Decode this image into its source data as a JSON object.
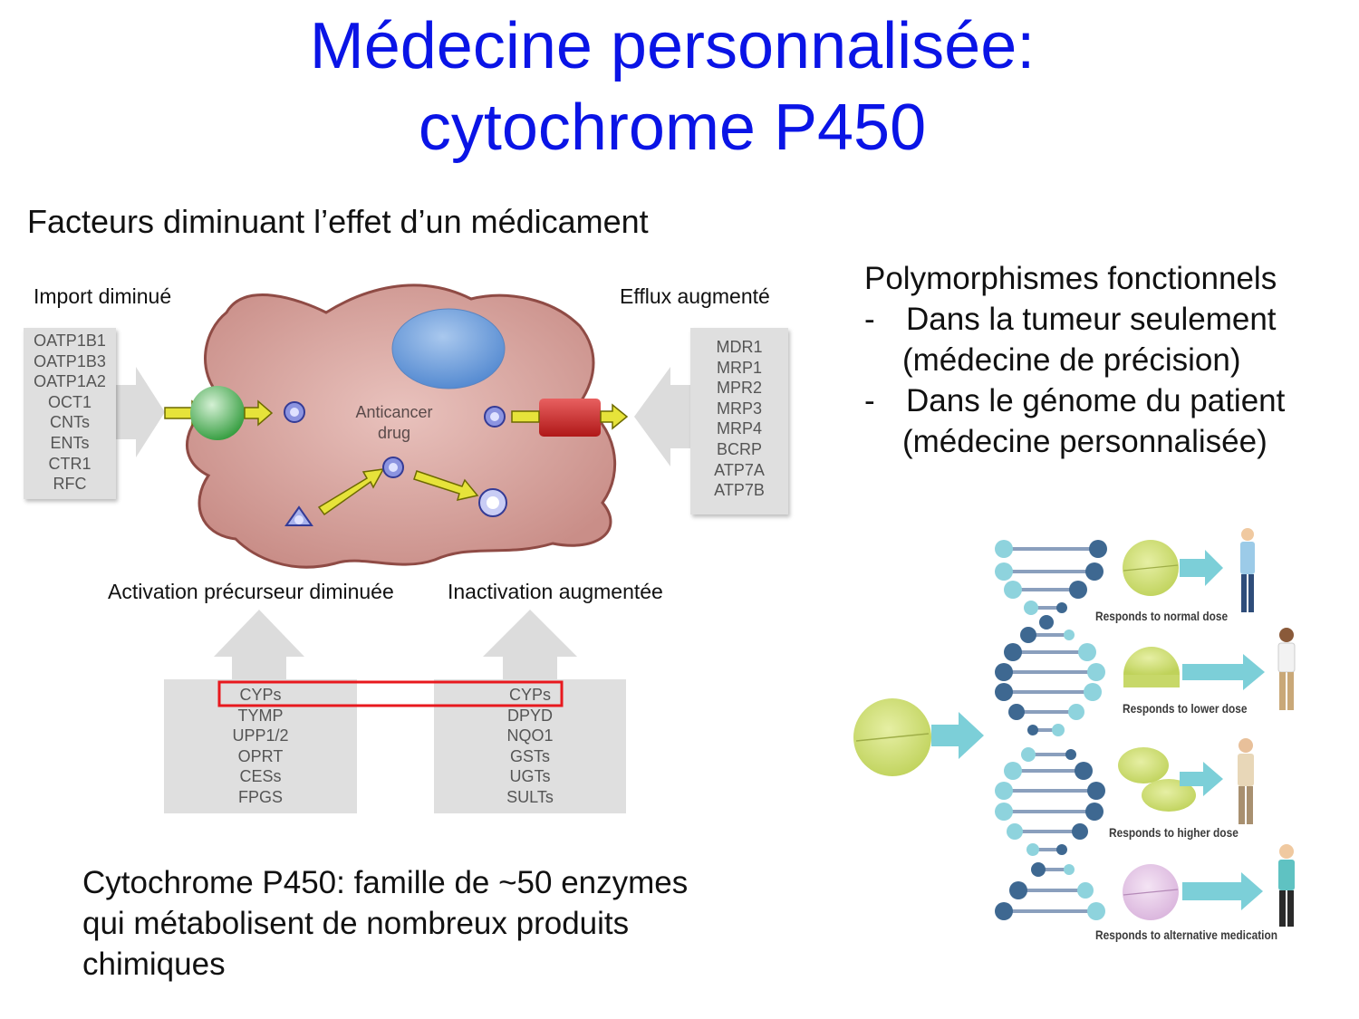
{
  "title": {
    "line1": "Médecine personnalisée:",
    "line2": "cytochrome P450"
  },
  "subtitle": "Facteurs diminuant l’effet d’un médicament",
  "cell_diagram": {
    "import_label": "Import diminué",
    "efflux_label": "Efflux augmenté",
    "activation_label": "Activation précurseur diminuée",
    "inactivation_label": "Inactivation augmentée",
    "drug_label_line1": "Anticancer",
    "drug_label_line2": "drug",
    "import_transporters": [
      "OATP1B1",
      "OATP1B3",
      "OATP1A2",
      "OCT1",
      "CNTs",
      "ENTs",
      "CTR1",
      "RFC"
    ],
    "efflux_transporters": [
      "MDR1",
      "MRP1",
      "MPR2",
      "MRP3",
      "MRP4",
      "BCRP",
      "ATP7A",
      "ATP7B"
    ],
    "activation_enzymes": [
      "CYPs",
      "TYMP",
      "UPP1/2",
      "OPRT",
      "CESs",
      "FPGS"
    ],
    "inactivation_enzymes": [
      "CYPs",
      "DPYD",
      "NQO1",
      "GSTs",
      "UGTs",
      "SULTs"
    ],
    "highlight_color": "#e8181e"
  },
  "polymorphisms": {
    "heading": "Polymorphismes fonctionnels",
    "items": [
      {
        "dash": "-",
        "line1": "Dans la tumeur seulement",
        "line2": "(médecine de précision)"
      },
      {
        "dash": "-",
        "line1": "Dans le génome du patient",
        "line2": "(médecine personnalisée)"
      }
    ]
  },
  "pgx_figure": {
    "responses": [
      "Responds to normal dose",
      "Responds to lower dose",
      "Responds to higher dose",
      "Responds to alternative medication"
    ]
  },
  "caption": {
    "line1": "Cytochrome P450: famille de ~50 enzymes",
    "line2": "qui métabolisent de nombreux produits",
    "line3": "chimiques"
  },
  "colors": {
    "title": "#0a14e6",
    "cell": "#d9a49e",
    "nucleus": "#6fa0dc",
    "pill": "#d4e37c",
    "arrow": "#7ccfd8"
  }
}
